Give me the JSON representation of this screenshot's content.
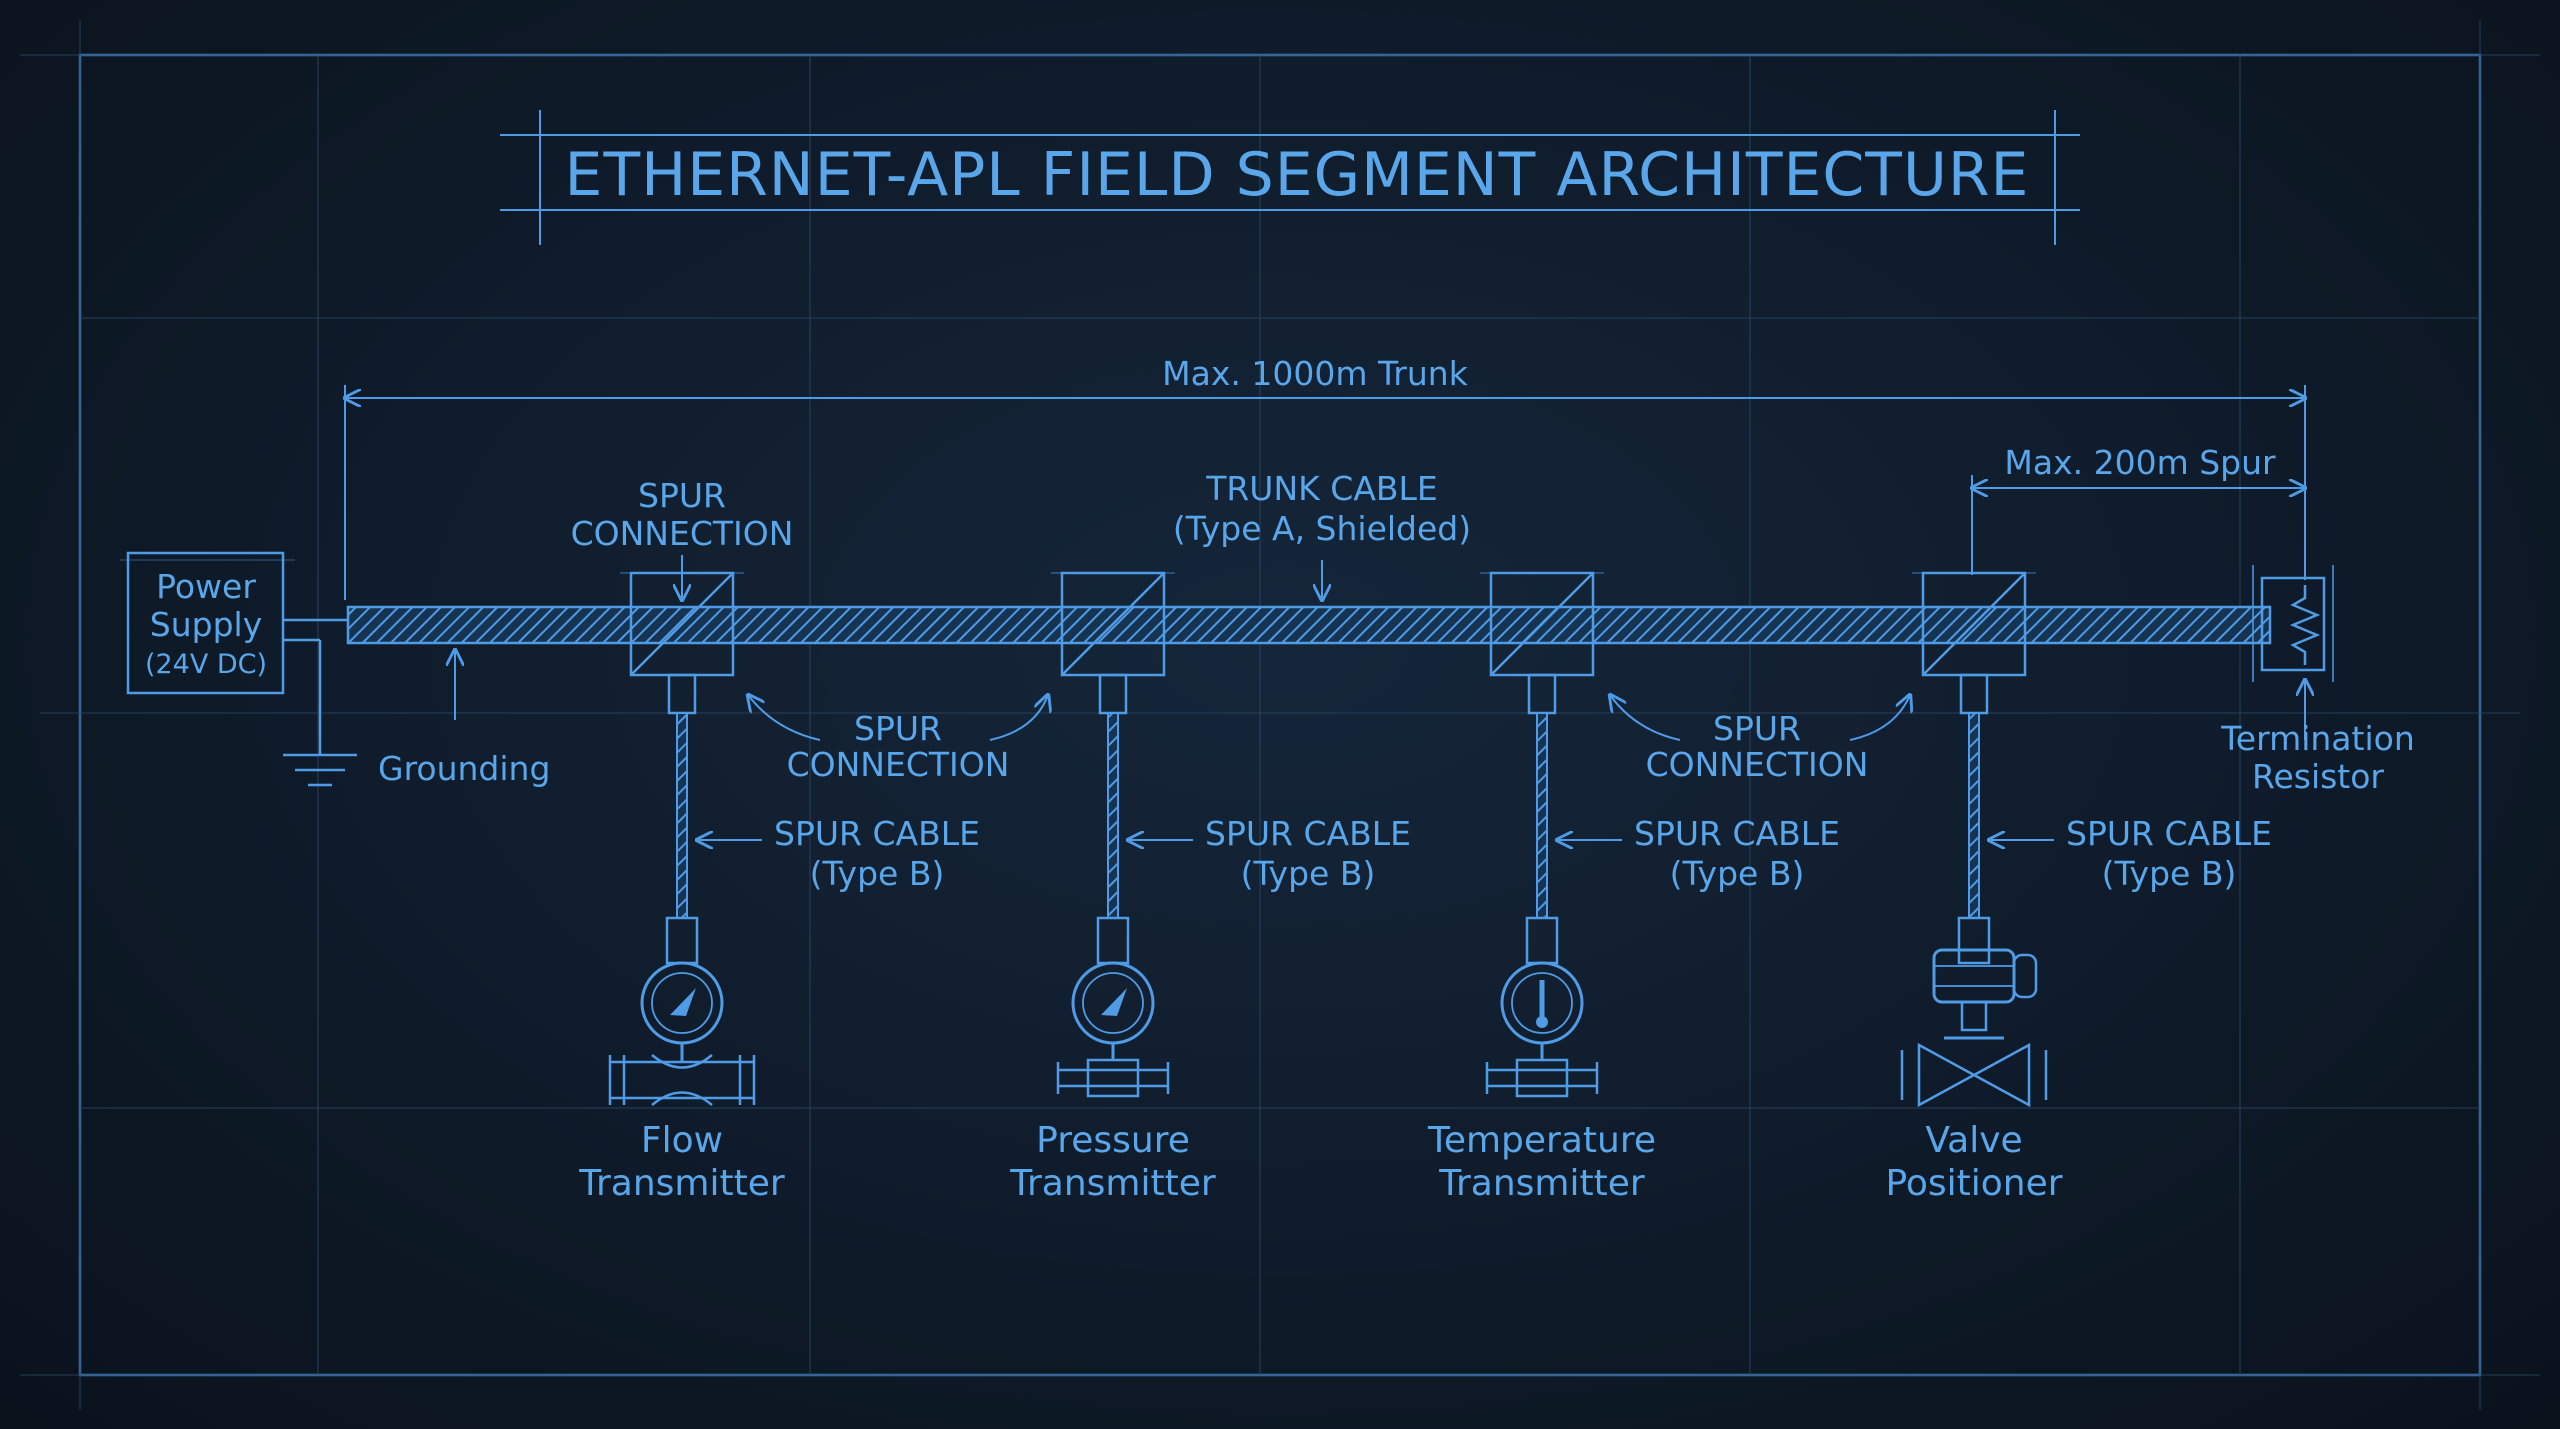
{
  "title": "ETHERNET-APL FIELD SEGMENT ARCHITECTURE",
  "dimensions": {
    "trunk_length": "Max. 1000m Trunk",
    "spur_length": "Max. 200m Spur"
  },
  "power_supply": {
    "line1": "Power",
    "line2": "Supply",
    "line3": "(24V DC)"
  },
  "grounding": "Grounding",
  "trunk_cable": {
    "line1": "TRUNK CABLE",
    "line2": "(Type A, Shielded)"
  },
  "spur_connection": {
    "line1": "SPUR",
    "line2": "CONNECTION"
  },
  "spur_cable": {
    "line1": "SPUR CABLE",
    "line2": "(Type B)"
  },
  "termination": {
    "line1": "Termination",
    "line2": "Resistor"
  },
  "devices": [
    {
      "line1": "Flow",
      "line2": "Transmitter",
      "icon": "flow-meter-icon"
    },
    {
      "line1": "Pressure",
      "line2": "Transmitter",
      "icon": "pressure-gauge-icon"
    },
    {
      "line1": "Temperature",
      "line2": "Transmitter",
      "icon": "thermometer-icon"
    },
    {
      "line1": "Valve",
      "line2": "Positioner",
      "icon": "valve-actuator-icon"
    }
  ],
  "colors": {
    "background": "#0f1b2a",
    "line": "#4f9be6",
    "text": "#5aa6ea",
    "grid": "#2a4866"
  }
}
